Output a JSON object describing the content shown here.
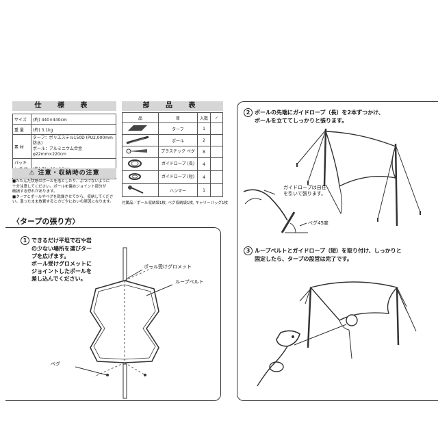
{
  "spec": {
    "title": "仕 様 表",
    "rows": [
      {
        "label": "サイズ",
        "value": "(約) 440×440cm"
      },
      {
        "label": "重 量",
        "value": "(約) 3.1kg"
      },
      {
        "label": "素 材",
        "value": "ターフ：ポリエステル150D (PU2,000mm防水)\nポール：アルミニウム合金φ22mm×220cm"
      },
      {
        "label": "パッキング サイズ",
        "value": "(約) 71×16×16cm"
      }
    ]
  },
  "parts": {
    "title": "部 品 表",
    "headers": [
      "品",
      "目",
      "入数",
      "✓"
    ],
    "rows": [
      {
        "name": "ターフ",
        "qty": "1"
      },
      {
        "name": "ポール",
        "qty": "2"
      },
      {
        "name": "プラスチック ペグ",
        "qty": "8"
      },
      {
        "name": "ガイドロープ (長)",
        "qty": "4"
      },
      {
        "name": "ガイドロープ (短)",
        "qty": "4"
      },
      {
        "name": "ハンマー",
        "qty": "1"
      }
    ],
    "footnote": "付属品／ポール収納袋1枚, ペグ収納袋1枚, キャリーバッグ1枚"
  },
  "caution": {
    "title": "注意・収納時の注意",
    "lines": [
      "■たたんだ状態のポールを落としたり、ぶつけないように",
      "十分注意してください。ポールを傷めジョイント部分が",
      "破損する恐れがあります。",
      "■ターフとポールやペグを乾燥させてから、収納してくださ",
      "い。湿ったまま放置するとカビやにおいの原因になります。"
    ]
  },
  "section_title": "タープの張り方",
  "step1": {
    "num": "1",
    "text_lines": [
      "できるだけ平坦で石や岩",
      "の少ない場所を選びター",
      "プを広げます。",
      "ポール受けグロメットに",
      "ジョイントしたポールを",
      "差し込んでください。"
    ],
    "label_grommet": "ポール受けグロメット",
    "label_loop": "ループベルト",
    "label_peg": "ペグ"
  },
  "step2": {
    "num": "2",
    "text_lines": [
      "ポールの先端にガイドロープ（長）を2本ずつかけ、",
      "ポールを立ててしっかりと張ります。"
    ],
    "rope_note_lines": [
      "ガイドロープは自在",
      "を引いて張ります。"
    ],
    "angle_label": "ペグ45度"
  },
  "step3": {
    "num": "3",
    "text_lines": [
      "ループベルトとガイドロープ（短）を取り付け、しっかりと",
      "固定したら、タープの設営は完了です。"
    ]
  },
  "colors": {
    "line": "#333333",
    "header_bg": "#d6d6d6",
    "panel_border": "#333333"
  },
  "icons": [
    "warning-icon",
    "tarp-icon",
    "pole-icon",
    "peg-icon",
    "rope-icon",
    "hammer-icon"
  ]
}
